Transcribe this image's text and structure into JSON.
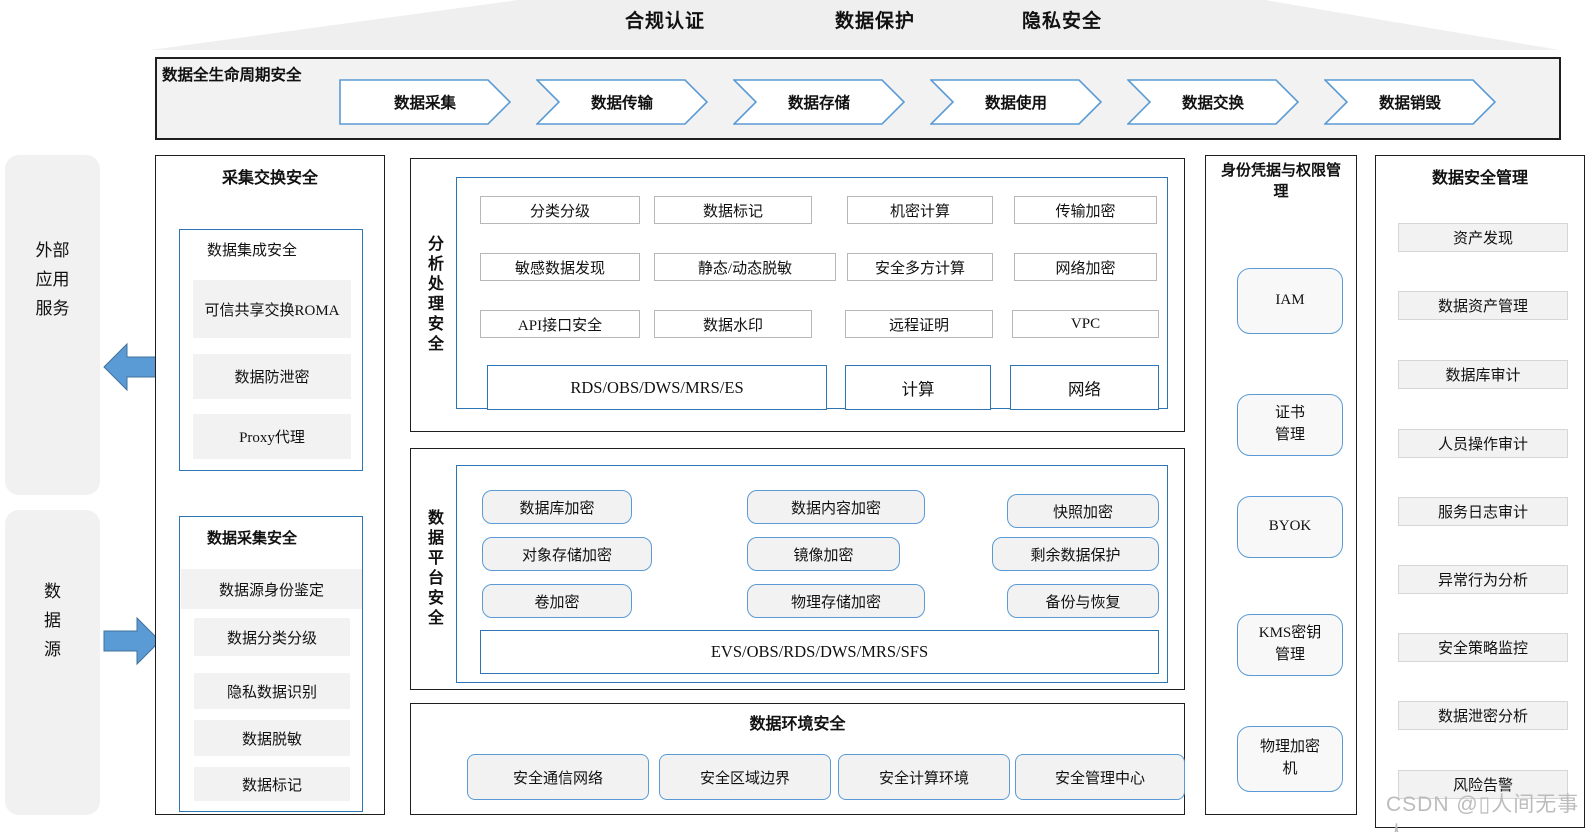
{
  "banner": {
    "labels": [
      "合规认证",
      "数据保护",
      "隐私安全"
    ]
  },
  "lifecycle": {
    "title": "数据全生命周期安全",
    "stages": [
      "数据采集",
      "数据传输",
      "数据存储",
      "数据使用",
      "数据交换",
      "数据销毁"
    ]
  },
  "left_rail": {
    "external_app": "外部\n应用\n服务",
    "data_source": "数\n据\n源"
  },
  "collection": {
    "title": "采集交换安全",
    "integration": {
      "title": "数据集成安全",
      "items": [
        "可信共享交换ROMA",
        "数据防泄密",
        "Proxy代理"
      ]
    },
    "acquisition": {
      "title": "数据采集安全",
      "items": [
        "数据源身份鉴定",
        "数据分类分级",
        "隐私数据识别",
        "数据脱敏",
        "数据标记"
      ]
    }
  },
  "analysis": {
    "title": "分析处理安全",
    "grid": [
      [
        "分类分级",
        "数据标记",
        "机密计算",
        "传输加密"
      ],
      [
        "敏感数据发现",
        "静态/动态脱敏",
        "安全多方计算",
        "网络加密"
      ],
      [
        "API接口安全",
        "数据水印",
        "远程证明",
        "VPC"
      ]
    ],
    "infra": {
      "wide": "RDS/OBS/DWS/MRS/ES",
      "compute": "计算",
      "network": "网络"
    }
  },
  "platform": {
    "title": "数据平台安全",
    "grid": [
      [
        "数据库加密",
        "数据内容加密",
        "快照加密"
      ],
      [
        "对象存储加密",
        "镜像加密",
        "剩余数据保护"
      ],
      [
        "卷加密",
        "物理存储加密",
        "备份与恢复"
      ]
    ],
    "wide": "EVS/OBS/RDS/DWS/MRS/SFS"
  },
  "environment": {
    "title": "数据环境安全",
    "items": [
      "安全通信网络",
      "安全区域边界",
      "安全计算环境",
      "安全管理中心"
    ]
  },
  "identity": {
    "title": "身份凭据与权限管理",
    "items": [
      "IAM",
      "证书\n管理",
      "BYOK",
      "KMS密钥\n管理",
      "物理加密\n机"
    ]
  },
  "management": {
    "title": "数据安全管理",
    "items": [
      "资产发现",
      "数据资产管理",
      "数据库审计",
      "人员操作审计",
      "服务日志审计",
      "异常行为分析",
      "安全策略监控",
      "数据泄密分析",
      "风险告警"
    ]
  },
  "watermark": {
    "text": "CSDN @▯人间无事人"
  },
  "colors": {
    "accent_blue": "#5b9bd5",
    "deep_blue_border": "#2e75b6",
    "arrow_border": "#41719c",
    "panel_border": "#1f1f1f",
    "light_gray_fill": "#f2f2f2",
    "banner_fill": "#efefef",
    "cell_border_gray": "#b7b7b7",
    "watermark_gray": "#bcbcbc"
  }
}
